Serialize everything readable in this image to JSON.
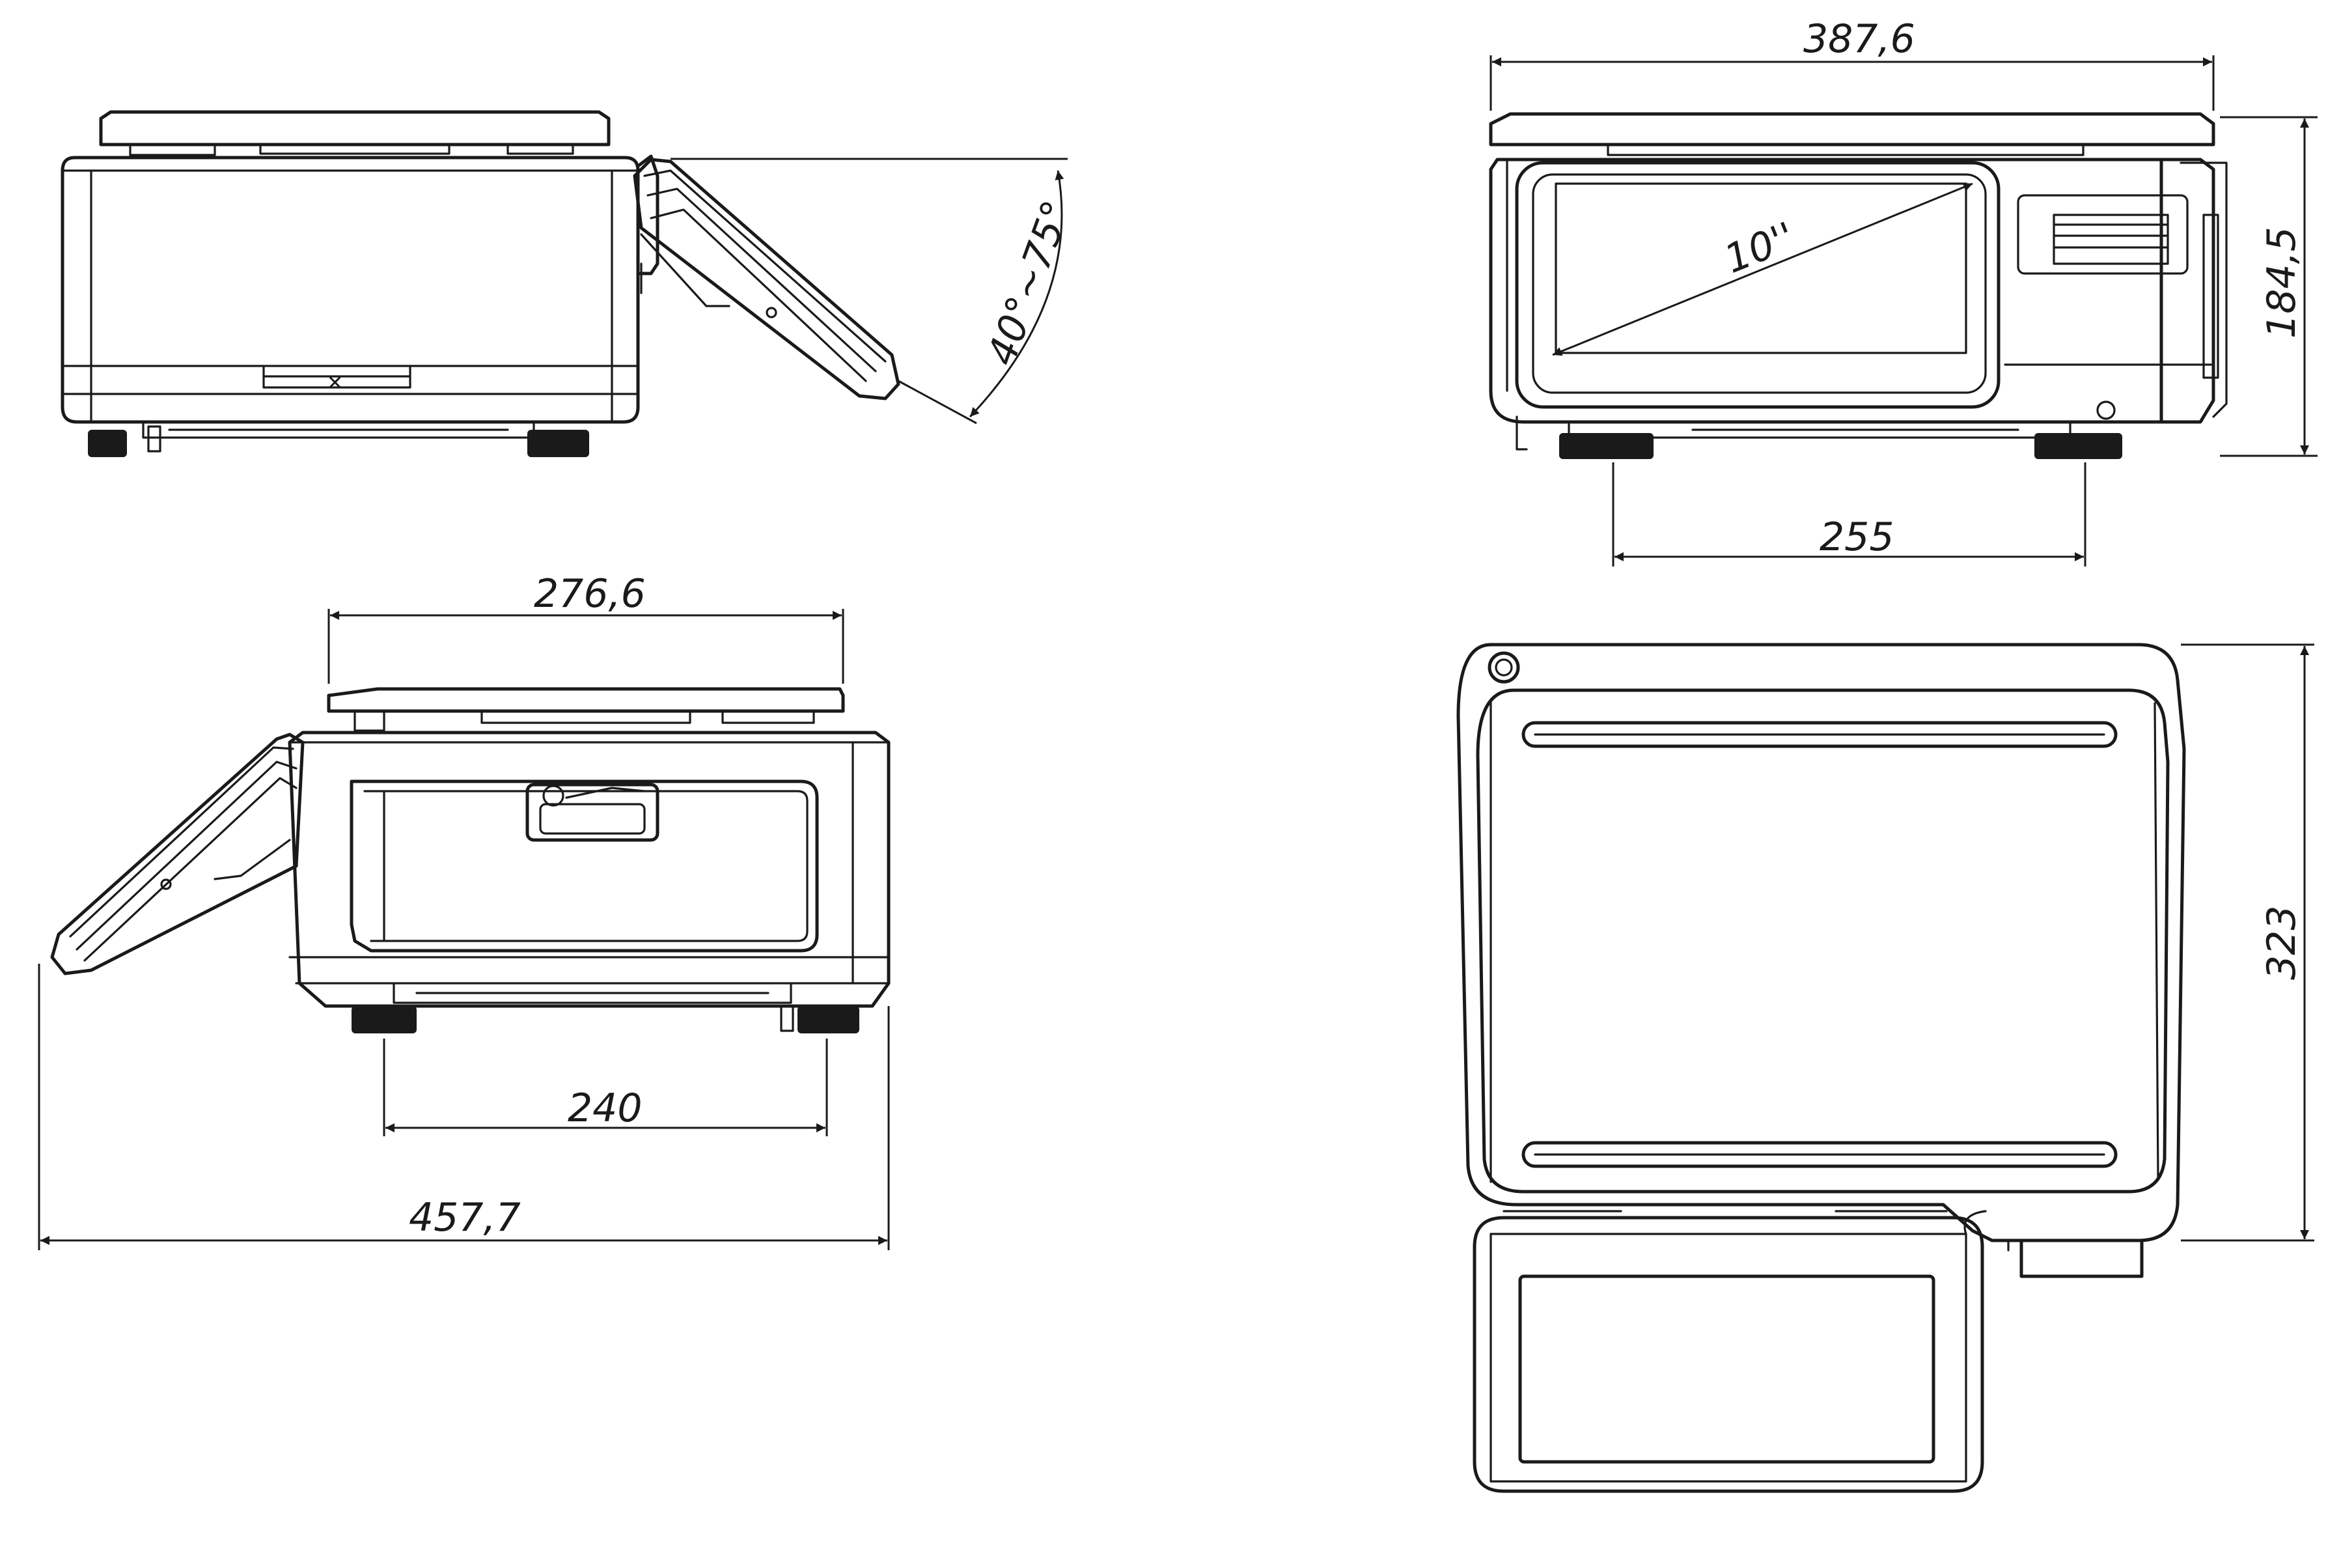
{
  "diagram": {
    "line_color": "#1a1a1a",
    "background": "#ffffff",
    "views": [
      {
        "id": "side-view-left-display"
      },
      {
        "id": "front-view"
      },
      {
        "id": "side-view-right-display"
      },
      {
        "id": "top-view"
      }
    ],
    "dimensions": {
      "tilt_angle": "40°~75°",
      "front_width": "387,6",
      "display_diagonal": "10''",
      "front_height": "184,5",
      "front_feet_spacing": "255",
      "platter_depth": "276,6",
      "side_feet_spacing": "240",
      "overall_depth": "457,7",
      "top_depth": "323"
    }
  }
}
